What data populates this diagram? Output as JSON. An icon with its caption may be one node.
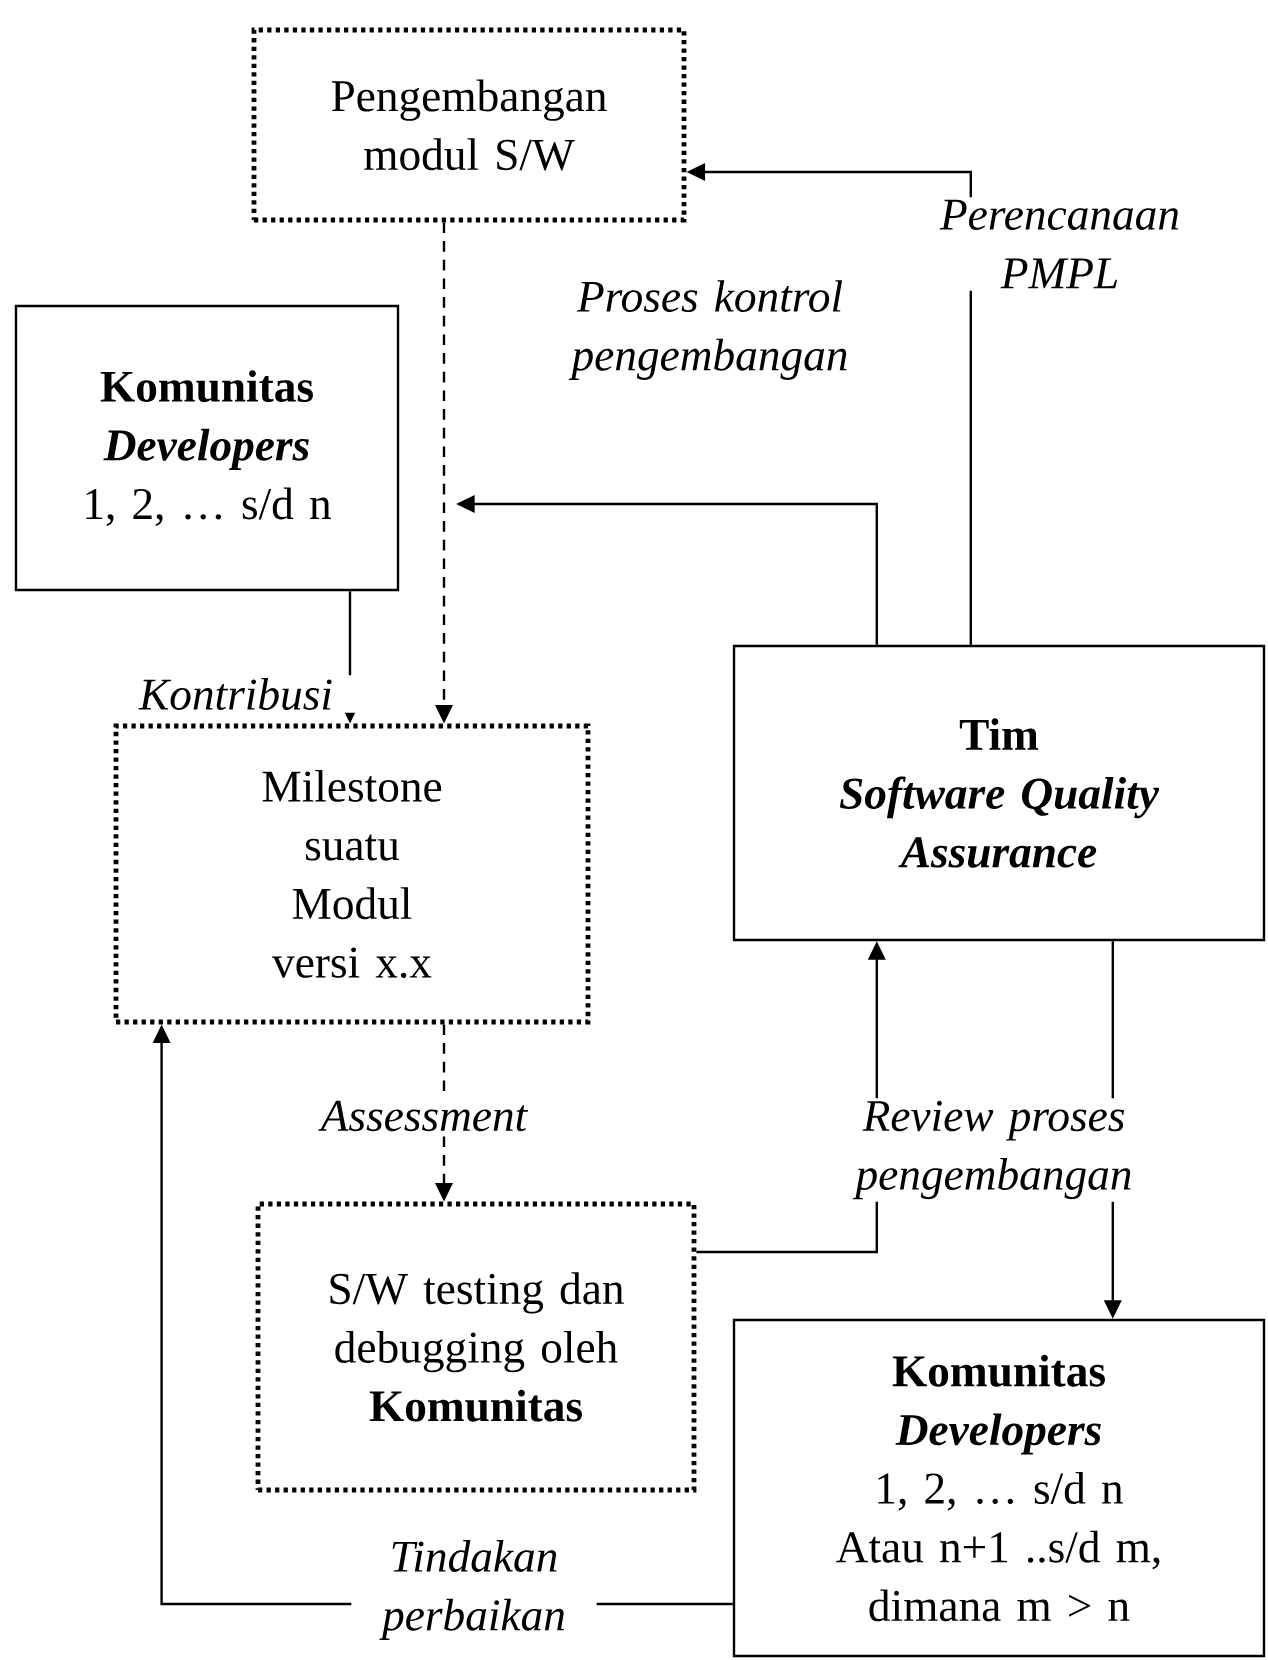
{
  "diagram": {
    "nodes": [
      {
        "text": [
          "Pengembangan modul S/W"
        ]
      },
      {
        "text": [
          "Komunitas",
          "Developers",
          "1, 2, … s/d n"
        ]
      },
      {
        "text": [
          "Milestone suatu Modul versi x.x"
        ]
      },
      {
        "text": [
          "Tim",
          "Software Quality Assurance"
        ]
      },
      {
        "text": [
          "S/W testing dan debugging oleh",
          "Komunitas"
        ]
      },
      {
        "text": [
          "Komunitas",
          "Developers",
          "1, 2, … s/d n",
          "Atau n+1 ..s/d m,",
          "dimana m > n"
        ]
      }
    ],
    "edges": [
      {
        "from": 3,
        "to": 0,
        "arrow": "to",
        "label": "Perencanaan PMPL"
      },
      {
        "from": 3,
        "to": null,
        "arrow": "to",
        "label": "Proses kontrol pengembangan"
      },
      {
        "from": 0,
        "to": 2,
        "arrow": "to",
        "style": "dashed"
      },
      {
        "from": 1,
        "to": 2,
        "arrow": "to",
        "label": "Kontribusi"
      },
      {
        "from": 2,
        "to": 4,
        "arrow": "to",
        "style": "dashed",
        "label": "Assessment"
      },
      {
        "from": 4,
        "to": 3,
        "arrow": "to",
        "label": "Review proses pengembangan"
      },
      {
        "from": 3,
        "to": 5,
        "arrow": "to"
      },
      {
        "from": 5,
        "to": 2,
        "arrow": "to",
        "label": "Tindakan perbaikan"
      }
    ]
  }
}
